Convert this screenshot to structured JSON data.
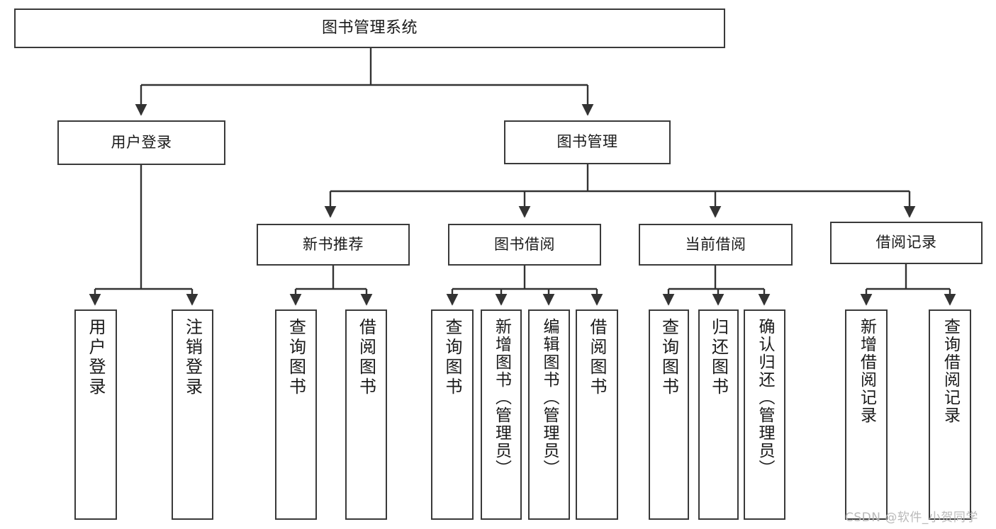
{
  "diagram": {
    "type": "tree",
    "title": "图书管理系统",
    "orientation": "top-down",
    "colors": {
      "node_border": "#3a3a3a",
      "node_fill": "#ffffff",
      "edge": "#333333",
      "text": "#1a1a1a",
      "watermark": "#b9b9b9",
      "background": "#ffffff"
    },
    "nodes": {
      "root": {
        "label": "图书管理系统"
      },
      "level1": [
        {
          "id": "user-login",
          "label": "用户登录"
        },
        {
          "id": "book-manage",
          "label": "图书管理"
        }
      ],
      "level2": [
        {
          "id": "new-book-recommend",
          "label": "新书推荐"
        },
        {
          "id": "book-borrow",
          "label": "图书借阅"
        },
        {
          "id": "current-borrow",
          "label": "当前借阅"
        },
        {
          "id": "borrow-record",
          "label": "借阅记录"
        }
      ],
      "leaves": {
        "user-login": [
          {
            "id": "leaf-user-login",
            "label": "用户登录"
          },
          {
            "id": "leaf-user-logout",
            "label": "注销登录"
          }
        ],
        "new-book-recommend": [
          {
            "id": "leaf-query-book-1",
            "label": "查询图书"
          },
          {
            "id": "leaf-borrow-book-1",
            "label": "借阅图书"
          }
        ],
        "book-borrow": [
          {
            "id": "leaf-query-book-2",
            "label": "查询图书"
          },
          {
            "id": "leaf-add-book",
            "label": "新增图书（管理员）"
          },
          {
            "id": "leaf-edit-book",
            "label": "编辑图书（管理员）"
          },
          {
            "id": "leaf-borrow-book-2",
            "label": "借阅图书"
          }
        ],
        "current-borrow": [
          {
            "id": "leaf-query-book-3",
            "label": "查询图书"
          },
          {
            "id": "leaf-return-book",
            "label": "归还图书"
          },
          {
            "id": "leaf-confirm-return",
            "label": "确认归还（管理员）"
          }
        ],
        "borrow-record": [
          {
            "id": "leaf-add-record",
            "label": "新增借阅记录"
          },
          {
            "id": "leaf-query-record",
            "label": "查询借阅记录"
          }
        ]
      }
    }
  },
  "watermark": {
    "text": "CSDN @软件_小贺同学"
  }
}
